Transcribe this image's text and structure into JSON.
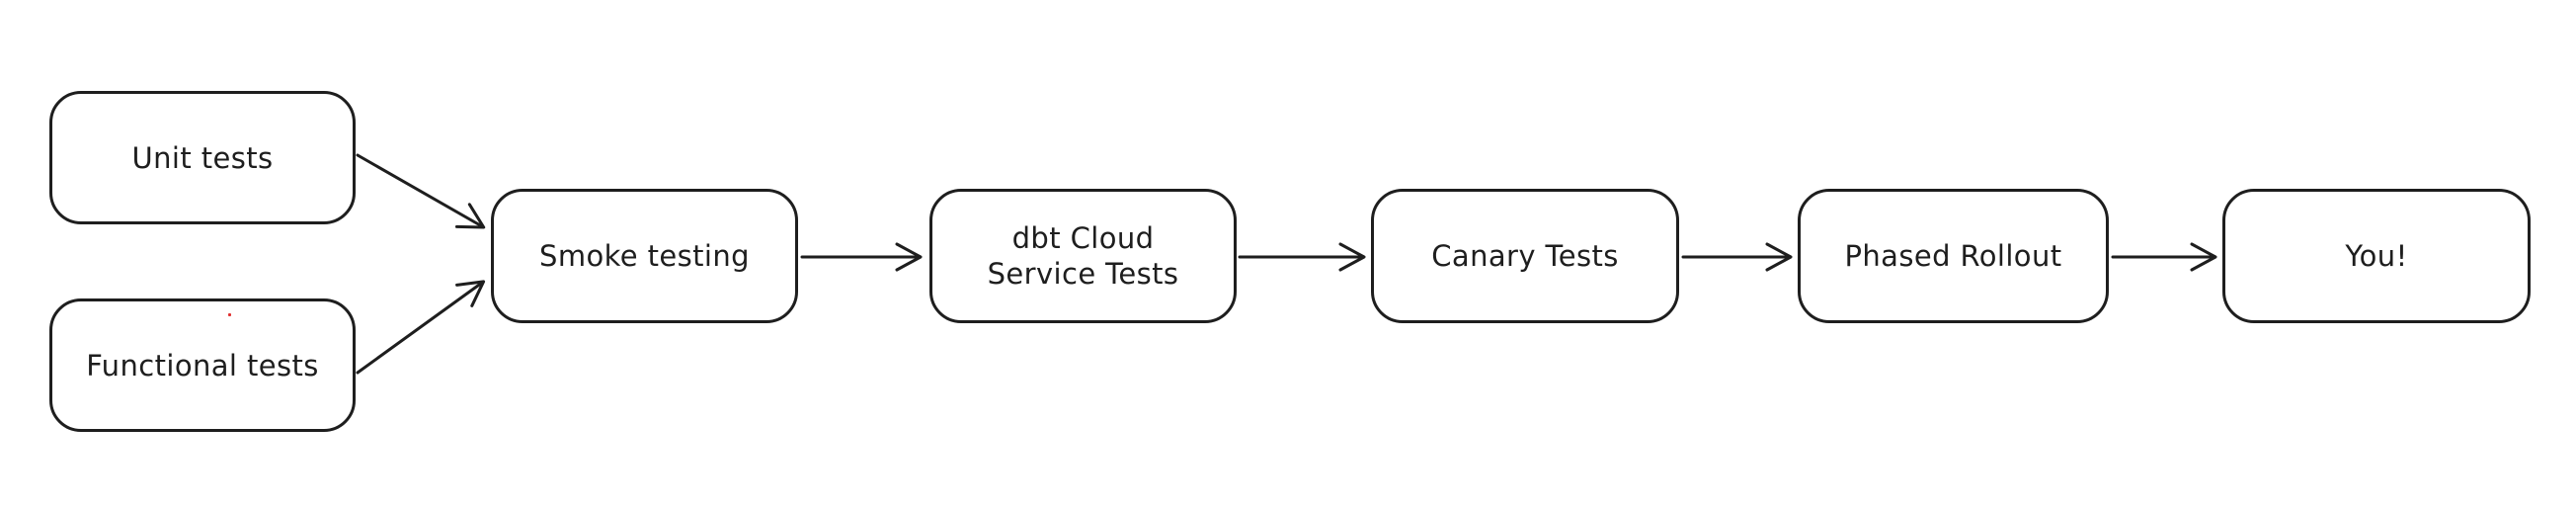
{
  "colors": {
    "canvas-bg": "#ffffff",
    "stroke": "#1e1e1e",
    "node-fill": "#ffffff",
    "artifact-red": "#e03131"
  },
  "diagram": {
    "type": "flowchart",
    "nodes": {
      "unit_tests": {
        "label": "Unit tests"
      },
      "functional_tests": {
        "label": "Functional tests"
      },
      "smoke_testing": {
        "label": "Smoke testing"
      },
      "dbt_cloud_service_tests": {
        "line1": "dbt Cloud",
        "line2": "Service Tests"
      },
      "canary_tests": {
        "label": "Canary Tests"
      },
      "phased_rollout": {
        "label": "Phased Rollout"
      },
      "you": {
        "label": "You!"
      }
    },
    "edges": [
      {
        "from": "Unit tests",
        "to": "Smoke testing"
      },
      {
        "from": "Functional tests",
        "to": "Smoke testing"
      },
      {
        "from": "Smoke testing",
        "to": "dbt Cloud Service Tests"
      },
      {
        "from": "dbt Cloud Service Tests",
        "to": "Canary Tests"
      },
      {
        "from": "Canary Tests",
        "to": "Phased Rollout"
      },
      {
        "from": "Phased Rollout",
        "to": "You!"
      }
    ]
  }
}
